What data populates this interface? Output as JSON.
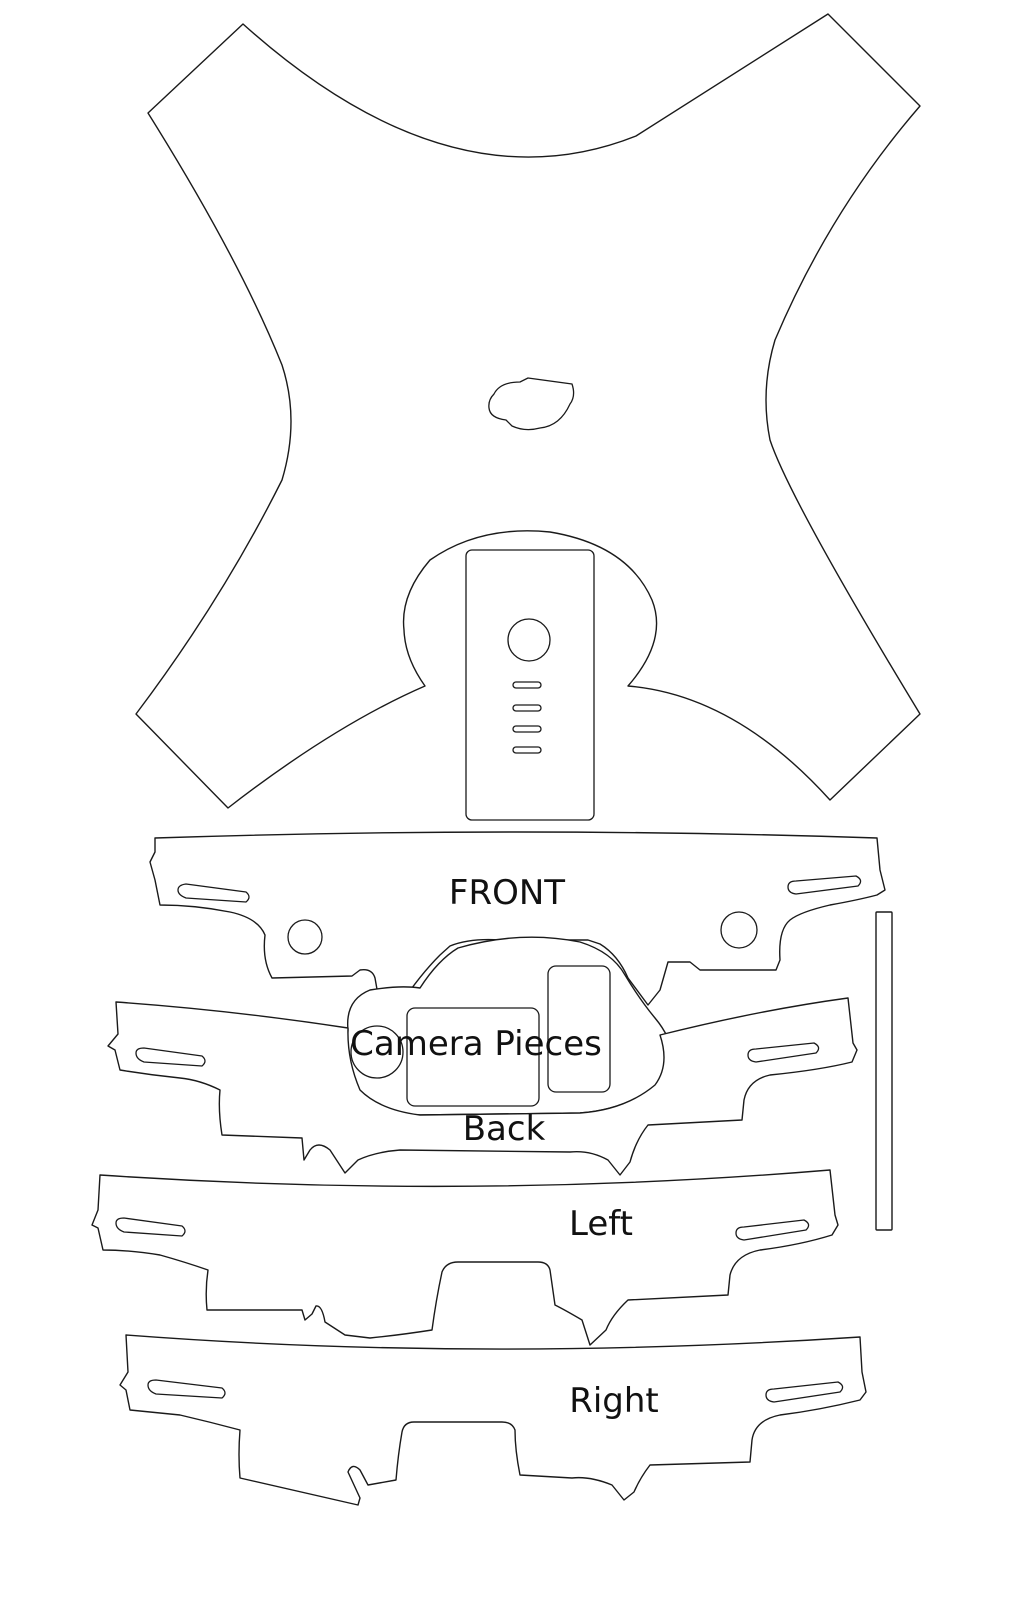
{
  "labels": {
    "front": "FRONT",
    "camera": "Camera Pieces",
    "back": "Back",
    "left": "Left",
    "right": "Right"
  },
  "colors": {
    "outline": "#1a1a1a",
    "background": "#ffffff",
    "text": "#111111"
  }
}
